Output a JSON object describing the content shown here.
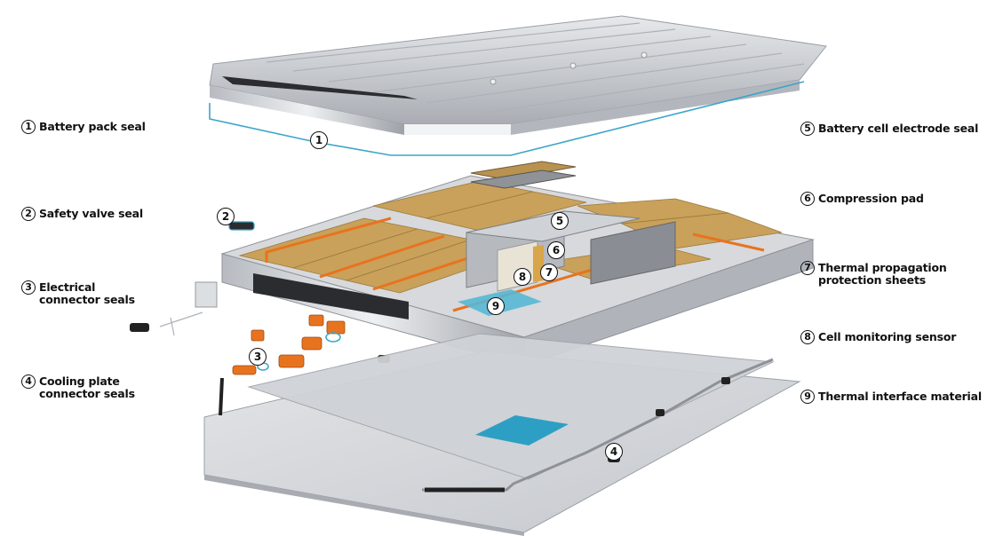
{
  "diagram": {
    "subject": "Exploded view of EV battery pack with sealing and thermal components",
    "labels_left": [
      {
        "num": "1",
        "text": "Battery pack seal"
      },
      {
        "num": "2",
        "text": "Safety valve seal"
      },
      {
        "num": "3",
        "text": "Electrical\nconnector seals"
      },
      {
        "num": "4",
        "text": "Cooling plate\nconnector seals"
      }
    ],
    "labels_right": [
      {
        "num": "5",
        "text": "Battery cell electrode seal"
      },
      {
        "num": "6",
        "text": "Compression pad"
      },
      {
        "num": "7",
        "text": "Thermal propagation\nprotection sheets"
      },
      {
        "num": "8",
        "text": "Cell monitoring sensor"
      },
      {
        "num": "9",
        "text": "Thermal interface material"
      }
    ],
    "callouts": [
      "1",
      "2",
      "3",
      "4",
      "5",
      "6",
      "7",
      "8",
      "9"
    ],
    "colors": {
      "aluminum": "#c9ccd0",
      "aluminum_dark": "#8e9298",
      "cell_module": "#c9a15a",
      "orange_busbar": "#e8731f",
      "seal_blue": "#3aa5c8",
      "tim_blue": "#2e9fc4",
      "black_part": "#222222"
    }
  }
}
